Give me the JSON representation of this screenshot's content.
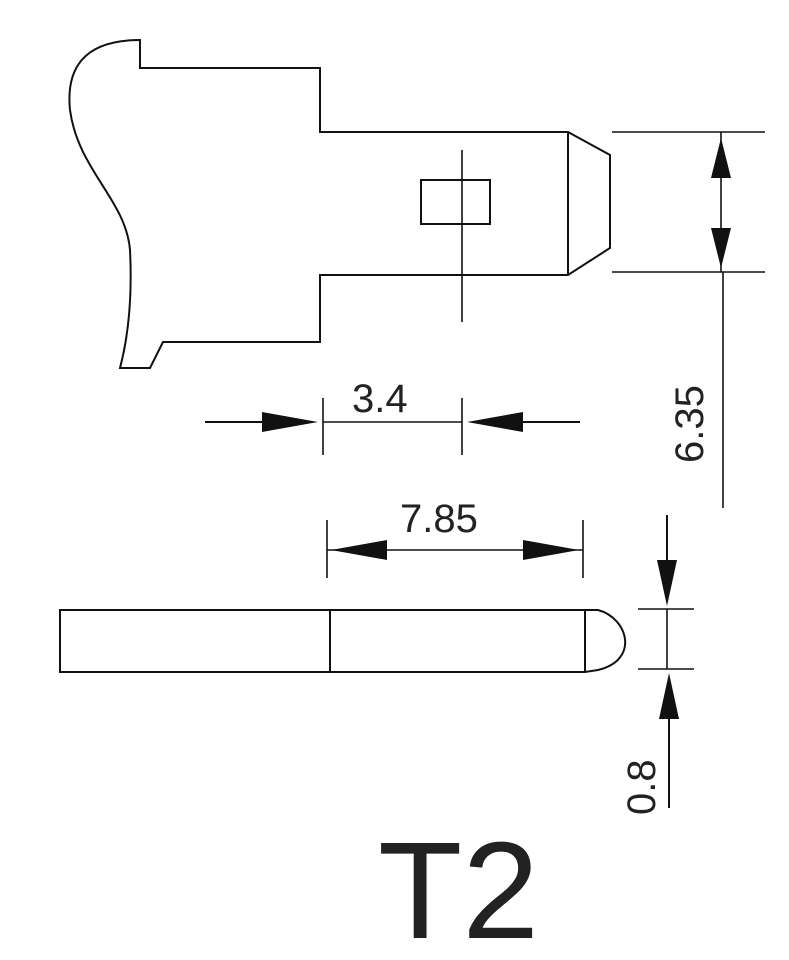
{
  "diagram": {
    "title": "T2",
    "dimensions": {
      "hole_offset": "3.4",
      "tab_length": "7.85",
      "tab_width": "6.35",
      "tab_thickness": "0.8"
    }
  }
}
